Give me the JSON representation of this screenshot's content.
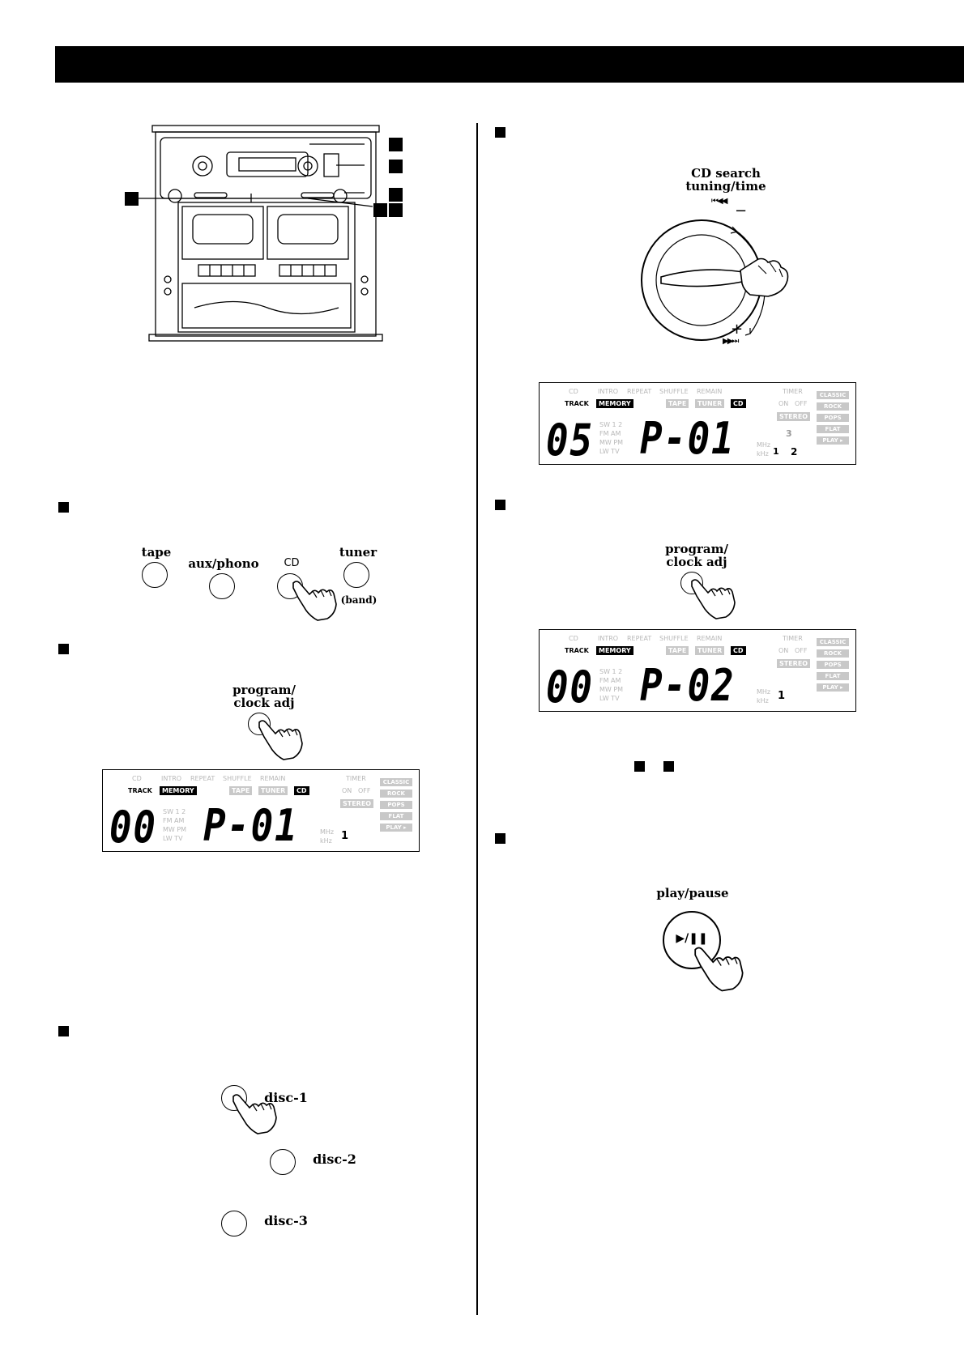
{
  "page": {
    "header_text": ""
  },
  "left": {
    "source_buttons": {
      "tape": "tape",
      "aux_phono": "aux/phono",
      "cd": "CD",
      "tuner": "tuner",
      "band": "(band)"
    },
    "program_button": {
      "line1": "program/",
      "line2": "clock adj"
    },
    "display1": {
      "track_num": "00",
      "program": "P-01",
      "step": "1"
    },
    "disc_buttons": [
      "disc-1",
      "disc-2",
      "disc-3"
    ]
  },
  "right": {
    "search_dial": {
      "line1": "CD search",
      "line2": "tuning/time",
      "minus_glyph": "⏮◀◀",
      "minus": "−",
      "plus": "+",
      "plus_glyph": "▶▶⏭"
    },
    "display2": {
      "track_num": "05",
      "program": "P-01",
      "step_a": "1",
      "step_b": "2",
      "step_c": "3"
    },
    "program_button": {
      "line1": "program/",
      "line2": "clock adj"
    },
    "display3": {
      "track_num": "00",
      "program": "P-02",
      "step": "1"
    },
    "play_button": {
      "label": "play/pause",
      "glyph": "▶/❚❚"
    }
  },
  "lcd_labels": {
    "cd": "CD",
    "intro": "INTRO",
    "repeat": "REPEAT",
    "shuffle": "SHUFFLE",
    "remain": "REMAIN",
    "track": "TRACK",
    "memory": "MEMORY",
    "tape": "TAPE",
    "tuner": "TUNER",
    "cd_tag": "CD",
    "timer": "TIMER",
    "on": "ON",
    "off": "OFF",
    "stereo": "STEREO",
    "sw": "SW 1 2",
    "fm_am": "FM  AM",
    "mw_pm": "MW PM",
    "lw_tv": "LW  TV",
    "mhz": "MHz",
    "khz": "kHz",
    "eq": [
      "CLASSIC",
      "ROCK",
      "POPS",
      "FLAT",
      "PLAY ▸"
    ]
  }
}
